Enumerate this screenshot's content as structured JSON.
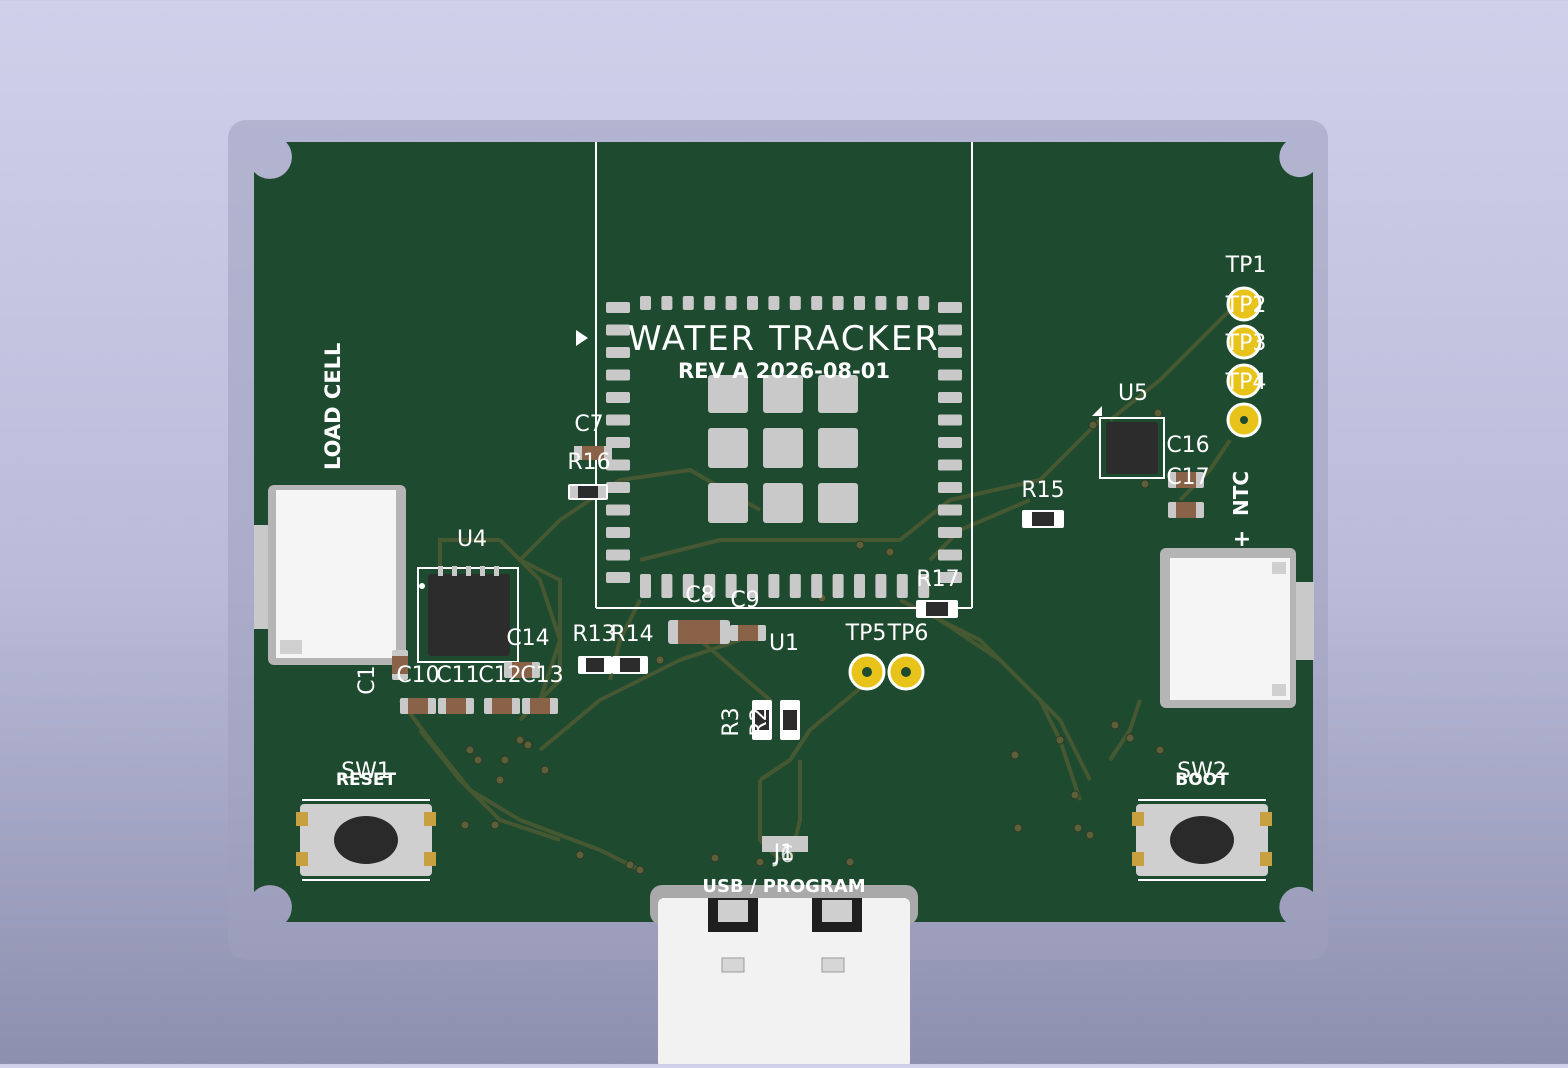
{
  "board": {
    "title": "WATER TRACKER",
    "revision": "REV A  2026-08-01"
  },
  "colors": {
    "background_top": "#cfd0ea",
    "background_bottom": "#8d8fae",
    "soldermask": "#1e4a30",
    "silkscreen": "#ffffff",
    "pad_gold": "#e8c31a",
    "copper_trace": "#4b5a32",
    "smd_pad": "#c9c9c9",
    "capacitor_body": "#8a6248",
    "ic_body": "#2c2c2c",
    "connector_white": "#f5f5f5"
  },
  "designators": {
    "u1": "U1",
    "u4": "U4",
    "u5": "U5",
    "j1": "J1",
    "j6": "J6",
    "sw1": "SW1",
    "sw2": "SW2",
    "c7": "C7",
    "c8": "C8",
    "c9": "C9",
    "c1": "C1",
    "c10": "C10",
    "c11": "C11",
    "c12": "C12",
    "c13": "C13",
    "c14": "C14",
    "c16": "C16",
    "c17": "C17",
    "r3": "R3",
    "r2": "R2",
    "r13": "R13",
    "r14": "R14",
    "r15": "R15",
    "r16": "R16",
    "r17": "R17",
    "tp1": "TP1",
    "tp2": "TP2",
    "tp3": "TP3",
    "tp4": "TP4",
    "tp5": "TP5",
    "tp6": "TP6"
  },
  "labels": {
    "load_cell": "LOAD CELL",
    "ntc": "NTC",
    "ntc_plus": "+",
    "reset": "RESET",
    "boot": "BOOT",
    "usb_program": "USB / PROGRAM"
  }
}
